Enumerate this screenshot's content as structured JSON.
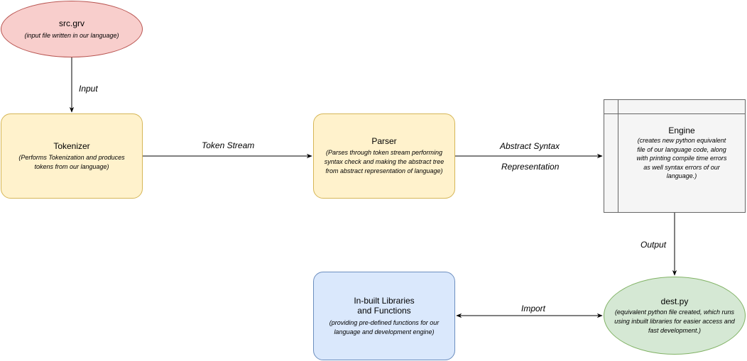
{
  "nodes": {
    "src": {
      "title": "src.grv",
      "desc": "(input file written in our language)"
    },
    "tokenizer": {
      "title": "Tokenizer",
      "desc_line1": "(Performs Tokenization and produces",
      "desc_line2": "tokens from our language)"
    },
    "parser": {
      "title": "Parser",
      "desc_line1": "(Parses through token stream performing",
      "desc_line2": "syntax check and making the abstract tree",
      "desc_line3": "from abstract representation of language)"
    },
    "engine": {
      "title": "Engine",
      "desc_line1": "(creates new python equivalent",
      "desc_line2": "file of our language code, along",
      "desc_line3": "with printing compile time errors",
      "desc_line4": "as well syntax errors of our",
      "desc_line5": "language.)"
    },
    "libraries": {
      "title_line1": "In-built Libraries",
      "title_line2": "and Functions",
      "desc_line1": "(providing pre-defined functions for our",
      "desc_line2": "language and development engine)"
    },
    "dest": {
      "title": "dest.py",
      "desc_line1": "(equivalent python file created, which runs",
      "desc_line2": "using inbuilt libraries for easier access and",
      "desc_line3": "fast development.)"
    }
  },
  "edges": {
    "input": "Input",
    "token_stream": "Token Stream",
    "abstract_syntax_line1": "Abstract Syntax",
    "abstract_syntax_line2": "Representation",
    "output": "Output",
    "import": "Import"
  },
  "colors": {
    "red_fill": "#f8cecc",
    "yellow_fill": "#fff2cc",
    "blue_fill": "#dae8fc",
    "green_fill": "#d5e8d4",
    "grey_fill": "#f5f5f5"
  }
}
